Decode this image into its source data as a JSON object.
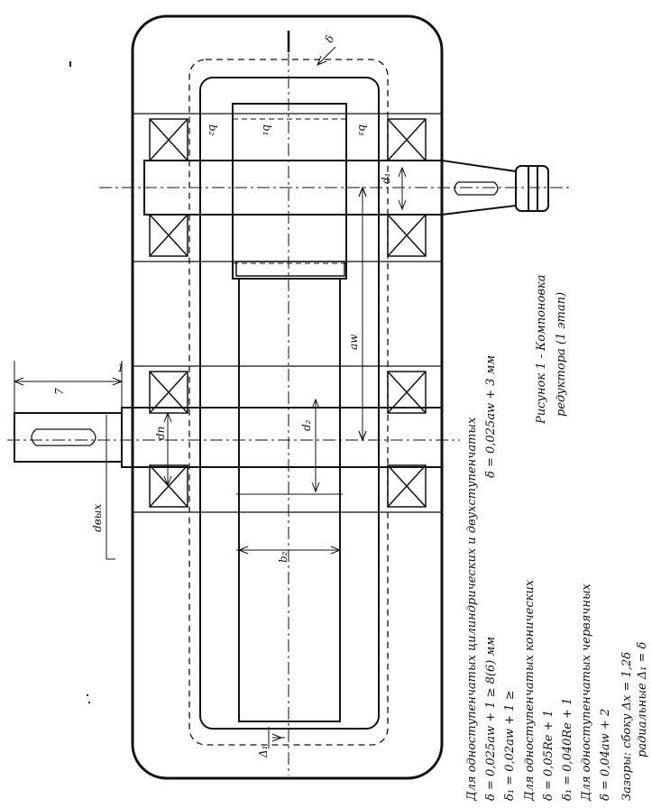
{
  "labels": {
    "delta": "δ",
    "b2_top": "b₂",
    "b1_top": "b₁",
    "b3_top": "b₃",
    "d1_pinion": "d₁",
    "aw": "aw",
    "d_wheel": "d₂",
    "d_shaft": "dп",
    "d_out": "dвых",
    "len7": "7",
    "one": "1",
    "b2_bottom": "b₂",
    "delta1": "Δ₁"
  },
  "notes": {
    "cyl_1stage": "Для одноступенчатых цилиндрических и двухступенчатых",
    "formula_1": "δ = 0,025aw + 1 ≥ 8(6) мм",
    "formula_2": "δ = 0,025aw + 3 мм",
    "formula_3": "δ₁ = 0,02aw + 1 ≥",
    "conic_title": "Для одноступенчатых конических",
    "conic_1": "δ = 0,05Re + 1",
    "conic_2": "δ₁ = 0,040Re + 1",
    "worm_title": "Для одноступенчатых червячных",
    "worm_1": "δ = 0,04aw + 2",
    "gaps_1": "Зазоры: сбоку Δх = 1,2δ",
    "gaps_2": "радиальные Δ₁ = δ",
    "figure_1": "Рисунок 1 - Компоновка",
    "figure_2": "редуктора (1 этап)"
  }
}
